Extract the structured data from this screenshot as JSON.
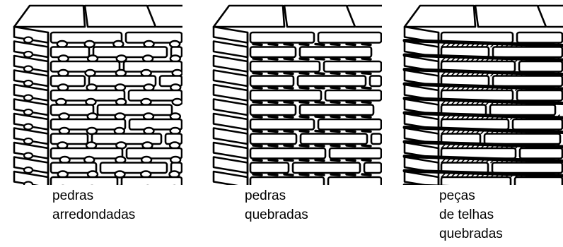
{
  "panels": [
    {
      "id": "rounded",
      "caption": [
        "pedras",
        "arredondadas"
      ],
      "joint": "pebbles"
    },
    {
      "id": "broken",
      "caption": [
        "pedras",
        "quebradas"
      ],
      "joint": "chips"
    },
    {
      "id": "tiles",
      "caption": [
        "peças",
        "de telhas",
        "quebradas"
      ],
      "joint": "hatch"
    }
  ]
}
